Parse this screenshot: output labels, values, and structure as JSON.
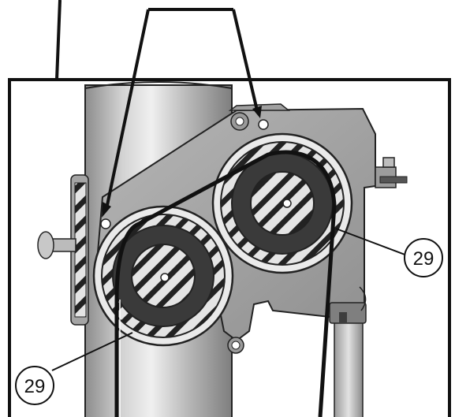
{
  "callouts": [
    {
      "id": "left",
      "label": "29"
    },
    {
      "id": "right",
      "label": "29"
    }
  ],
  "colors": {
    "outline": "#111111",
    "tube_light": "#e6e6e6",
    "tube_mid": "#b4b4b4",
    "tube_dark": "#8a8a8a",
    "bracket": "#a8a8a8",
    "bracket_dark": "#7d7d7d",
    "hatch_fill": "#dcdcdc",
    "roller_ring": "#3a3a3a",
    "background": "#ffffff"
  }
}
